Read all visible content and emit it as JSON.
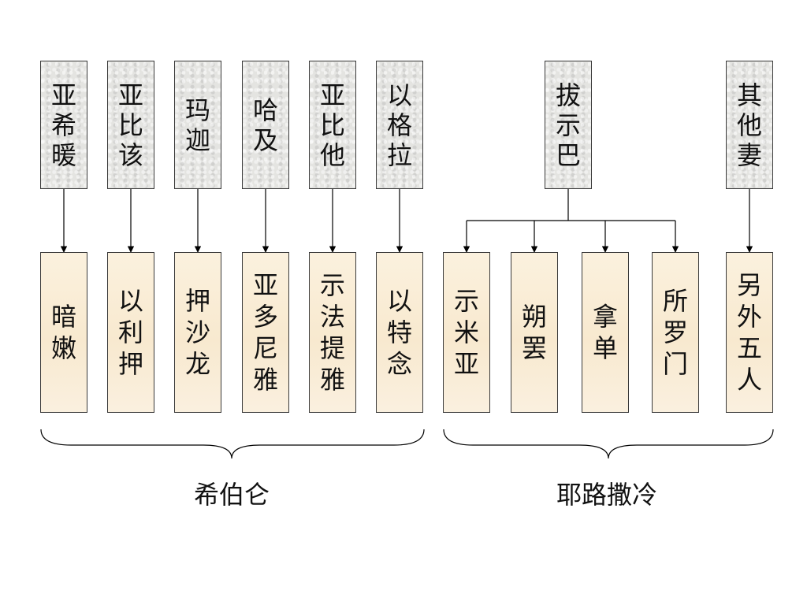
{
  "mothers": [
    {
      "chars": [
        "亚",
        "希",
        "暖"
      ]
    },
    {
      "chars": [
        "亚",
        "比",
        "该"
      ]
    },
    {
      "chars": [
        "玛",
        "迦"
      ]
    },
    {
      "chars": [
        "哈",
        "及"
      ]
    },
    {
      "chars": [
        "亚",
        "比",
        "他"
      ]
    },
    {
      "chars": [
        "以",
        "格",
        "拉"
      ]
    },
    {
      "chars": [
        "拔",
        "示",
        "巴"
      ]
    },
    {
      "chars": [
        "其",
        "他",
        "妻"
      ]
    }
  ],
  "sons": [
    {
      "chars": [
        "暗",
        "嫩"
      ]
    },
    {
      "chars": [
        "以",
        "利",
        "押"
      ]
    },
    {
      "chars": [
        "押",
        "沙",
        "龙"
      ]
    },
    {
      "chars": [
        "亚",
        "多",
        "尼",
        "雅"
      ]
    },
    {
      "chars": [
        "示",
        "法",
        "提",
        "雅"
      ]
    },
    {
      "chars": [
        "以",
        "特",
        "念"
      ]
    },
    {
      "chars": [
        "示",
        "米",
        "亚"
      ]
    },
    {
      "chars": [
        "朔",
        "罢"
      ]
    },
    {
      "chars": [
        "拿",
        "单"
      ]
    },
    {
      "chars": [
        "所",
        "罗",
        "门"
      ]
    },
    {
      "chars": [
        "另",
        "外",
        "五",
        "人"
      ]
    }
  ],
  "groups": {
    "hebron": "希伯仑",
    "jerusalem": "耶路撒冷"
  }
}
